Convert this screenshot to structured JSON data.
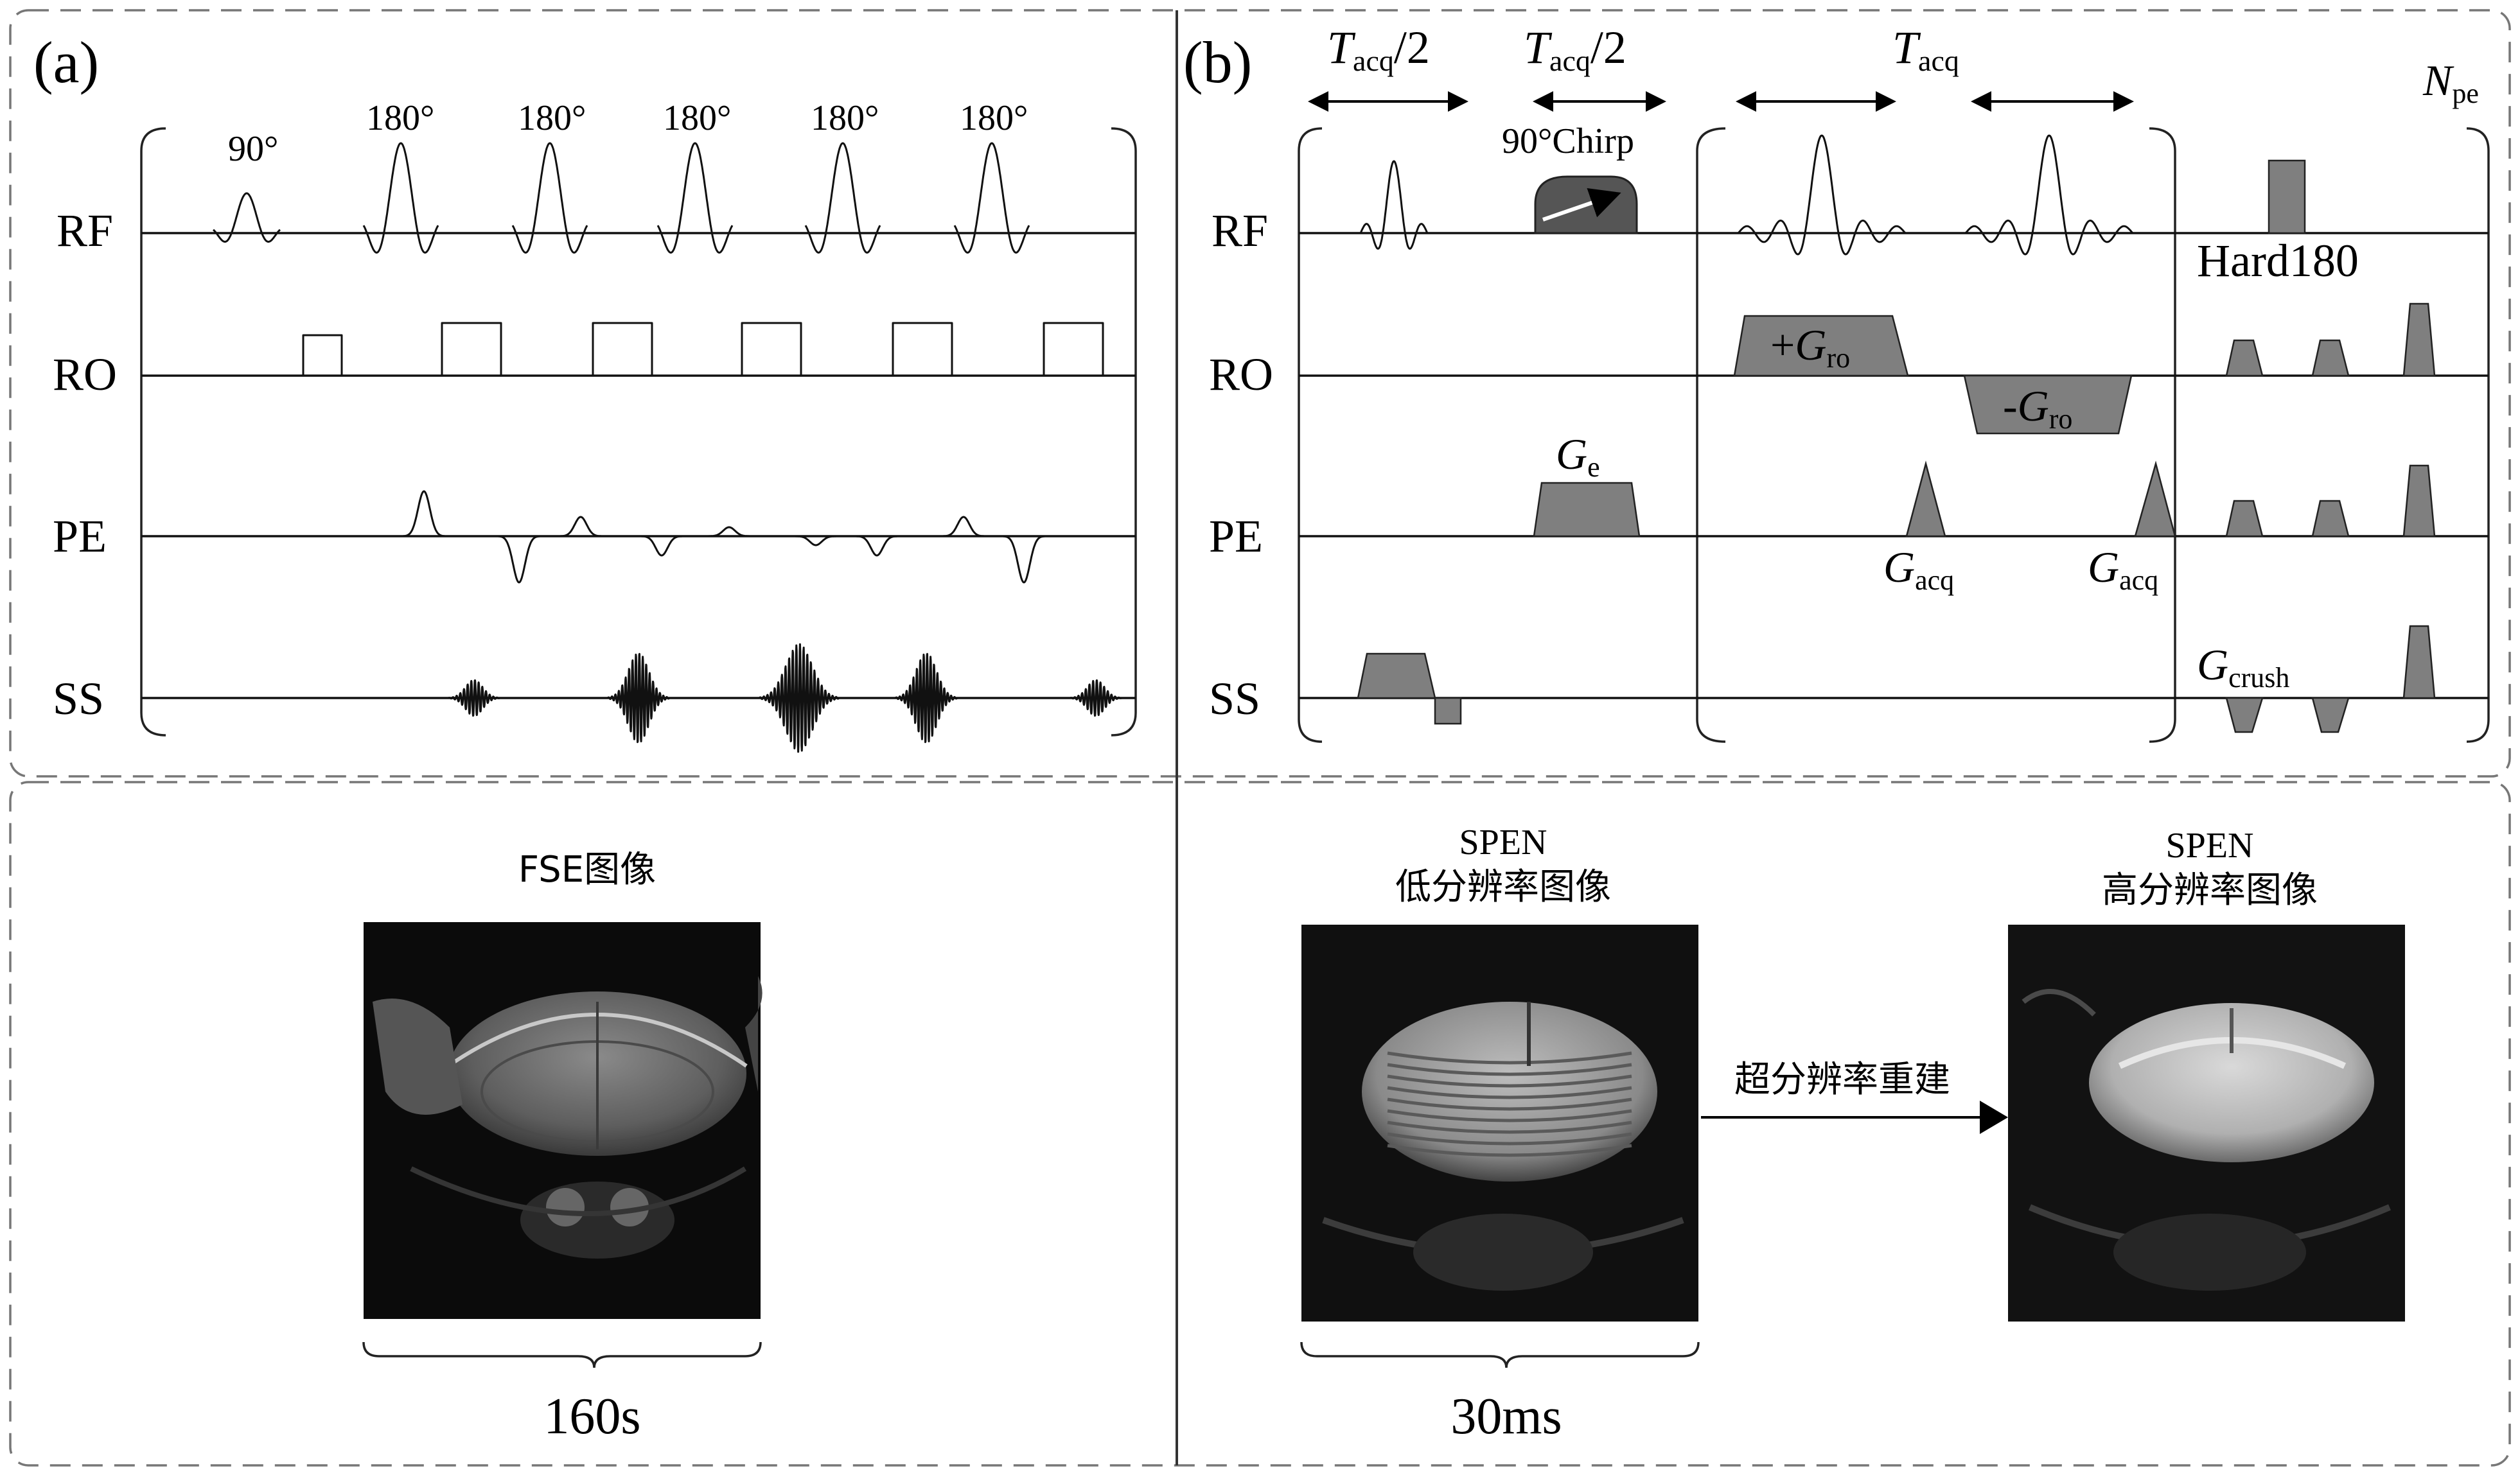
{
  "panel_a": {
    "label": "(a)",
    "channels": [
      "RF",
      "RO",
      "PE",
      "SS"
    ],
    "rf_angles": [
      "90°",
      "180°",
      "180°",
      "180°",
      "180°",
      "180°"
    ]
  },
  "panel_b": {
    "label": "(b)",
    "channels": [
      "RF",
      "RO",
      "PE",
      "SS"
    ],
    "time_labels": [
      {
        "main": "T",
        "sub": "acq",
        "tail": "/2"
      },
      {
        "main": "T",
        "sub": "acq",
        "tail": "/2"
      },
      {
        "main": "T",
        "sub": "acq",
        "tail": ""
      }
    ],
    "npe": {
      "main": "N",
      "sub": "pe"
    },
    "chirp_label": "90°Chirp",
    "hard_label": "Hard180",
    "gro_pos": {
      "prefix": "+",
      "main": "G",
      "sub": "ro"
    },
    "gro_neg": {
      "prefix": "-",
      "main": "G",
      "sub": "ro"
    },
    "ge": {
      "main": "G",
      "sub": "e"
    },
    "gacq": {
      "main": "G",
      "sub": "acq"
    },
    "gcrush": {
      "main": "G",
      "sub": "crush"
    }
  },
  "bottom": {
    "fse_caption": "FSE图像",
    "fse_time": "160s",
    "spen_low_title": "SPEN",
    "spen_low_caption": "低分辨率图像",
    "spen_time": "30ms",
    "sr_label": "超分辨率重建",
    "spen_high_title": "SPEN",
    "spen_high_caption": "高分辨率图像"
  }
}
